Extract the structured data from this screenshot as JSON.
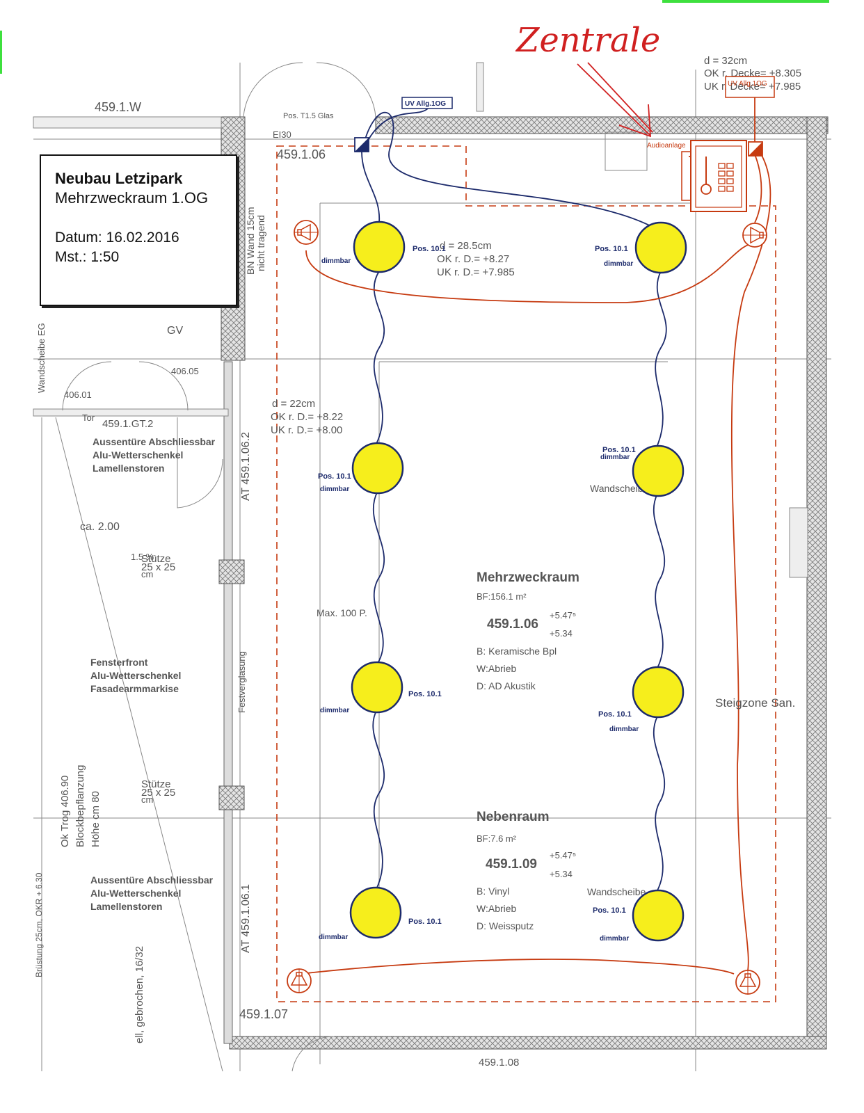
{
  "title_block": {
    "project": "Neubau Letzipark",
    "room": "Mehrzweckraum 1.OG",
    "date": "Datum: 16.02.2016",
    "scale": "Mst.: 1:50"
  },
  "handwritten": "Zentrale",
  "colors": {
    "wiring": "#1c2a6b",
    "audio": "#c63a10",
    "light": "#f6ee1c",
    "walls": "#555555"
  },
  "icons": [
    "light-fixture-icon",
    "speaker-icon",
    "distribution-box-icon",
    "audio-rack-icon"
  ],
  "labels": {
    "room_059w": "459.1.W",
    "room_106": "459.1.06",
    "room_107": "459.1.07",
    "room_gt2": "459.1.GT.2",
    "room_108": "459.1.08",
    "level_40605": "406.05",
    "level_40601": "406.01",
    "tor": "Tor",
    "gv": "GV",
    "ei30": "EI30",
    "glass_door": "Pos. T1.5 Glas",
    "bn_wall_1": "BN Wand 15cm",
    "bn_wall_2": "nicht tragend",
    "wandscheibe_eg": "Wandscheibe EG",
    "at_062": "AT 459.1.06.2",
    "at_061": "AT 459.1.06.1",
    "festverglasung": "Festverglasung",
    "ca200": "ca. 2.00",
    "stuetze1_a": "Stütze",
    "stuetze1_b": "25 x 25",
    "stuetze1_c": "cm",
    "stuetze1_pct": "1.5 %",
    "stuetze2_a": "Stütze",
    "stuetze2_b": "25 x 25",
    "stuetze2_c": "cm",
    "door1_a": "Aussentüre Abschliessbar",
    "door1_b": "Alu-Wetterschenkel",
    "door1_c": "Lamellenstoren",
    "facade_a": "Fensterfront",
    "facade_b": "Alu-Wetterschenkel",
    "facade_c": "Fasadearmmarkise",
    "door2_a": "Aussentüre Abschliessbar",
    "door2_b": "Alu-Wetterschenkel",
    "door2_c": "Lamellenstoren",
    "trog_a": "Ok Trog 406.90",
    "trog_b": "Blockbepflanzung",
    "trog_c": "Höhe cm 80",
    "bruestung": "Brüstung 25cm, OKR + 6.30",
    "gebrochen": "ell, gebrochen, 16/32",
    "max100": "Max. 100 P.",
    "steigzone": "Steigzone San.",
    "wandscheibe_1": "Wandscheib",
    "wandscheibe_2": "Wandscheibe",
    "ceil_top_d": "d = 32cm",
    "ceil_top_ok": "OK r. Decke= +8.305",
    "ceil_top_uk": "UK r. Decke= +7.985",
    "ceil_mid_d": "d = 28.5cm",
    "ceil_mid_ok": "OK r. D.= +8.27",
    "ceil_mid_uk": "UK r. D.= +7.985",
    "ceil_left_d": "d = 22cm",
    "ceil_left_ok": "OK r. D.= +8.22",
    "ceil_left_uk": "UK r. D.= +8.00",
    "uv_1": "UV Allg.1OG",
    "uv_2": "UV Allg.1OG",
    "audio": "Audioanlage"
  },
  "room_main": {
    "name": "Mehrzweckraum",
    "area": "BF:156.1 m²",
    "number": "459.1.06",
    "level_a": "+5.47⁵",
    "level_b": "+5.34",
    "floor": "B: Keramische Bpl",
    "wall": "W:Abrieb",
    "ceiling": "D: AD Akustik"
  },
  "room_side": {
    "name": "Nebenraum",
    "area": "BF:7.6 m²",
    "number": "459.1.09",
    "level_a": "+5.47⁵",
    "level_b": "+5.34",
    "floor": "B: Vinyl",
    "wall": "W:Abrieb",
    "ceiling": "D: Weissputz"
  },
  "lights": [
    {
      "pos": "Pos. 10.1",
      "dim": "dimmbar"
    },
    {
      "pos": "Pos. 10.1",
      "dim": "dimmbar"
    },
    {
      "pos": "Pos. 10.1",
      "dim": "dimmbar"
    },
    {
      "pos": "Pos. 10.1",
      "dim": "dimmbar"
    },
    {
      "pos": "Pos. 10.1",
      "dim": "dimmbar"
    },
    {
      "pos": "Pos. 10.1",
      "dim": "dimmbar"
    },
    {
      "pos": "Pos. 10.1",
      "dim": "dimmbar"
    },
    {
      "pos": "Pos. 10.1",
      "dim": "dimmbar"
    }
  ]
}
